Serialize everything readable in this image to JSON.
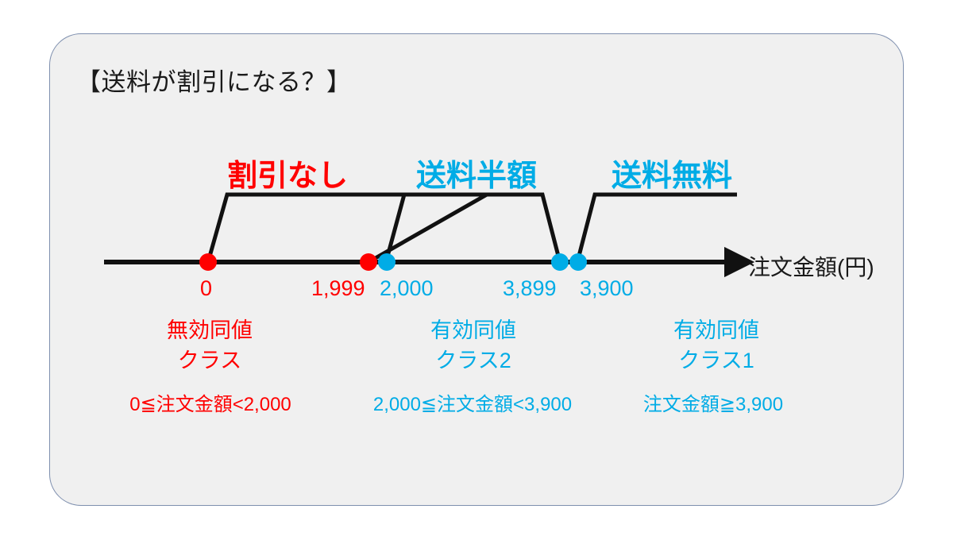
{
  "card": {
    "title": "【送料が割引になる？】"
  },
  "colors": {
    "red": "#ff0000",
    "cyan": "#00ace6",
    "line": "#111111",
    "card_bg": "#f0f0f0",
    "card_border": "#7e8fae",
    "page_bg": "#ffffff"
  },
  "axis": {
    "caption": "注文金額(円)",
    "arrow": "right-arrow"
  },
  "categories": [
    {
      "label": "割引なし",
      "color": "red"
    },
    {
      "label": "送料半額",
      "color": "cyan"
    },
    {
      "label": "送料無料",
      "color": "cyan"
    }
  ],
  "ticks": [
    {
      "value": "0",
      "color": "red"
    },
    {
      "value": "1,999",
      "color": "red"
    },
    {
      "value": "2,000",
      "color": "cyan"
    },
    {
      "value": "3,899",
      "color": "cyan"
    },
    {
      "value": "3,900",
      "color": "cyan"
    }
  ],
  "classes": [
    {
      "line1": "無効同値",
      "line2": "クラス",
      "formula": "0≦注文金額<2,000",
      "color": "red"
    },
    {
      "line1": "有効同値",
      "line2": "クラス2",
      "formula": "2,000≦注文金額<3,900",
      "color": "cyan"
    },
    {
      "line1": "有効同値",
      "line2": "クラス1",
      "formula": "注文金額≧3,900",
      "color": "cyan"
    }
  ],
  "chart_data": {
    "type": "line",
    "title": "【送料が割引になる？】",
    "xlabel": "注文金額(円)",
    "ylabel": "",
    "grid": false,
    "legend": "none",
    "x_ticks": [
      0,
      1999,
      2000,
      3899,
      3900
    ],
    "x_tick_labels": [
      "0",
      "1,999",
      "2,000",
      "3,899",
      "3,900"
    ],
    "boundary_points": [
      {
        "x": 0,
        "label": "0",
        "color": "red",
        "marker": "dot"
      },
      {
        "x": 1999,
        "label": "1,999",
        "color": "red",
        "marker": "dot"
      },
      {
        "x": 2000,
        "label": "2,000",
        "color": "cyan",
        "marker": "dot"
      },
      {
        "x": 3899,
        "label": "3,899",
        "color": "cyan",
        "marker": "dot"
      },
      {
        "x": 3900,
        "label": "3,900",
        "color": "cyan",
        "marker": "dot"
      }
    ],
    "regions": [
      {
        "name": "割引なし",
        "range": "0≦注文金額<2,000",
        "class": "無効同値クラス",
        "color": "red",
        "shape": "trapezoid"
      },
      {
        "name": "送料半額",
        "range": "2,000≦注文金額<3,900",
        "class": "有効同値クラス2",
        "color": "cyan",
        "shape": "trapezoid"
      },
      {
        "name": "送料無料",
        "range": "注文金額≧3,900",
        "class": "有効同値クラス1",
        "color": "cyan",
        "shape": "open-plateau"
      }
    ]
  }
}
